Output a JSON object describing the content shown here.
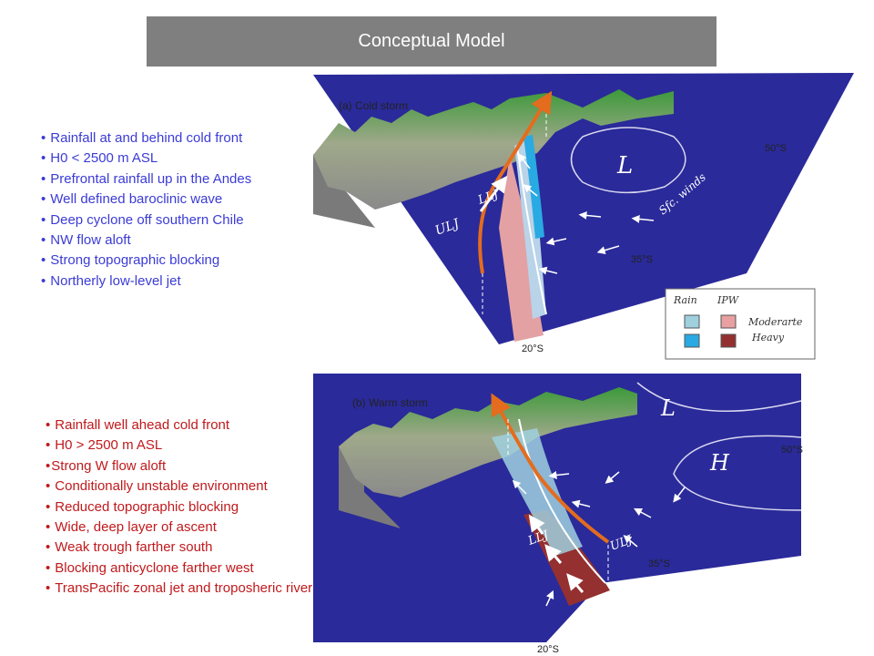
{
  "title": "Conceptual Model",
  "cold_storm": {
    "panel_label": "(a) Cold storm",
    "bullets": [
      "Rainfall at and behind cold front",
      "H0 < 2500 m ASL",
      "Prefrontal rainfall up in the Andes",
      "Well defined baroclinic wave",
      "Deep cyclone off southern Chile",
      "NW flow aloft",
      "Strong topographic blocking",
      "Northerly low-level jet"
    ],
    "labels": {
      "lat_50": "50°S",
      "lat_35": "35°S",
      "lat_20": "20°S",
      "low": "L",
      "sfc_winds": "Sfc. winds",
      "llj": "LLJ",
      "ulj": "ULJ"
    }
  },
  "warm_storm": {
    "panel_label": "(b) Warm storm",
    "bullets": [
      "Rainfall well ahead cold front",
      "H0 > 2500 m ASL",
      "Strong W flow aloft",
      "Conditionally unstable environment",
      "Reduced topographic blocking",
      "Wide, deep layer of ascent",
      "Weak trough farther south",
      "Blocking anticyclone farther west",
      "TransPacific zonal jet and troposheric river"
    ],
    "labels": {
      "lat_50": "50°S",
      "lat_35": "35°S",
      "lat_20": "20°S",
      "low": "L",
      "high": "H",
      "llj": "LLJ",
      "ulj": "ULJ"
    }
  },
  "legend": {
    "col_rain": "Rain",
    "col_ipw": "IPW",
    "row_moderate": "Moderarte",
    "row_heavy": "Heavy",
    "colors": {
      "rain_moderate": "#9fd0de",
      "rain_heavy": "#29aae2",
      "ipw_moderate": "#e8a0a0",
      "ipw_heavy": "#943030"
    }
  }
}
